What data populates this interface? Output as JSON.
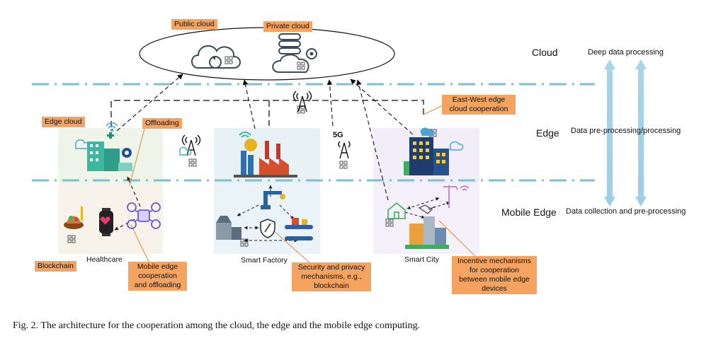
{
  "tags": {
    "public_cloud": "Public cloud",
    "private_cloud": "Private cloud",
    "edge_cloud": "Edge cloud",
    "offloading": "Offloading",
    "east_west": "East-West edge cloud cooperation",
    "blockchain": "Blockchain",
    "mobile_edge_coop": "Mobile edge cooperation and offloading",
    "security": "Security and privacy mechanisms, e.g., blockchain",
    "incentive": "Incentive mechanisms for cooperation between mobile edge devices"
  },
  "areas": {
    "healthcare": "Healthcare",
    "smart_factory": "Smart Factory",
    "smart_city": "Smart City"
  },
  "layers": {
    "cloud": "Cloud",
    "edge": "Edge",
    "mobile_edge": "Mobile Edge"
  },
  "layer_descriptions": {
    "cloud": "Deep data processing",
    "edge": "Data pre-processing/processing",
    "mobile_edge": "Data collection and pre-processing"
  },
  "icon_labels": {
    "five_g": "5G"
  },
  "caption": "Fig. 2.  The architecture for the cooperation among the cloud, the edge and the mobile edge computing."
}
